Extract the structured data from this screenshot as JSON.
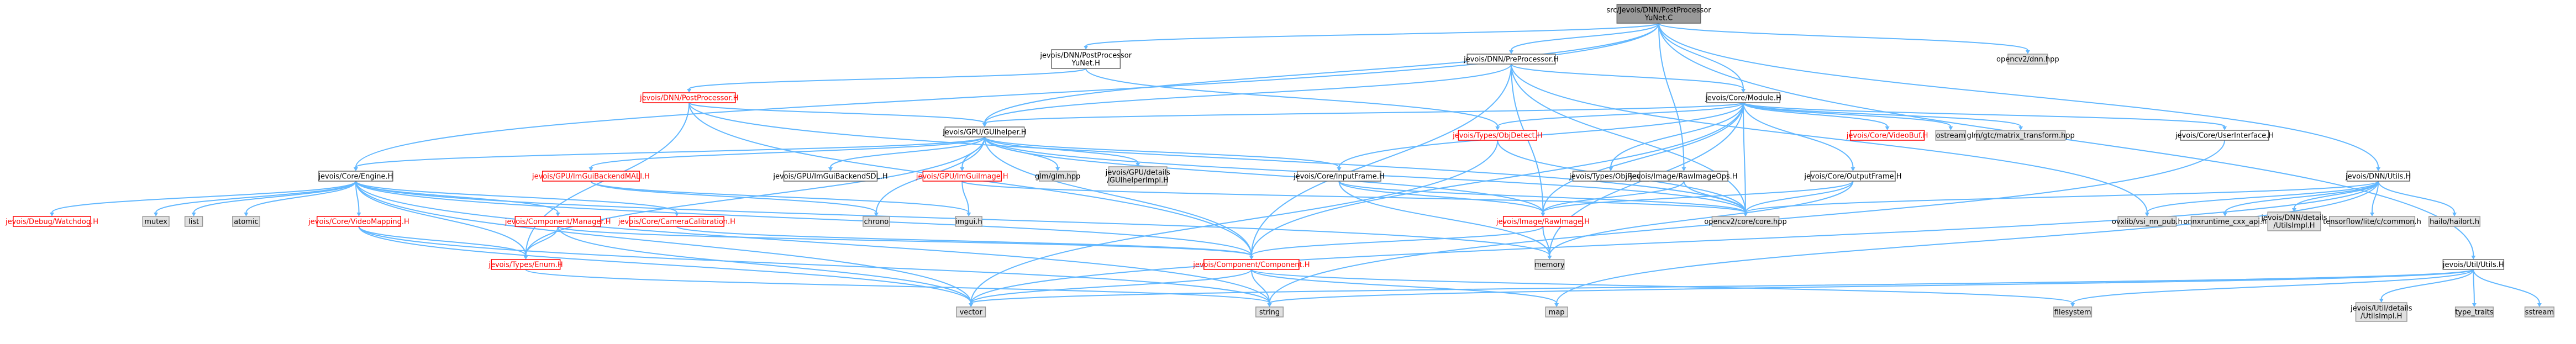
{
  "graph": {
    "nodes": [
      {
        "id": "root",
        "lines": [
          "src/Jevois/DNN/PostProcessor",
          "YuNet.C"
        ],
        "style": "root"
      },
      {
        "id": "ppyunet_h",
        "lines": [
          "jevois/DNN/PostProcessor",
          "YuNet.H"
        ],
        "style": "plain"
      },
      {
        "id": "preproc_h",
        "lines": [
          "jevois/DNN/PreProcessor.H"
        ],
        "style": "plain"
      },
      {
        "id": "opencv_dnn",
        "lines": [
          "opencv2/dnn.hpp"
        ],
        "style": "sys"
      },
      {
        "id": "postproc_h",
        "lines": [
          "jevois/DNN/PostProcessor.H"
        ],
        "style": "red"
      },
      {
        "id": "module_h",
        "lines": [
          "jevois/Core/Module.H"
        ],
        "style": "plain"
      },
      {
        "id": "guihelper_h",
        "lines": [
          "jevois/GPU/GUIhelper.H"
        ],
        "style": "plain"
      },
      {
        "id": "objdetect_h",
        "lines": [
          "jevois/Types/ObjDetect.H"
        ],
        "style": "red"
      },
      {
        "id": "videobuf_h",
        "lines": [
          "jevois/Core/VideoBuf.H"
        ],
        "style": "red"
      },
      {
        "id": "ostream",
        "lines": [
          "ostream"
        ],
        "style": "sys"
      },
      {
        "id": "glm_mt",
        "lines": [
          "glm/gtc/matrix_transform.hpp"
        ],
        "style": "sys"
      },
      {
        "id": "userif_h",
        "lines": [
          "jevois/Core/UserInterface.H"
        ],
        "style": "plain"
      },
      {
        "id": "engine_h",
        "lines": [
          "jevois/Core/Engine.H"
        ],
        "style": "plain"
      },
      {
        "id": "imguibackendmali_h",
        "lines": [
          "jevois/GPU/ImGuiBackendMALI.H"
        ],
        "style": "red"
      },
      {
        "id": "imguibackendsdl_h",
        "lines": [
          "jevois/GPU/ImGuiBackendSDL.H"
        ],
        "style": "plain"
      },
      {
        "id": "imguiimage_h",
        "lines": [
          "jevois/GPU/ImGuiImage.H"
        ],
        "style": "red"
      },
      {
        "id": "glm_hpp",
        "lines": [
          "glm/glm.hpp"
        ],
        "style": "sys"
      },
      {
        "id": "guihelperimpl_h",
        "lines": [
          "jevois/GPU/details",
          "/GUIhelperImpl.H"
        ],
        "style": "sys"
      },
      {
        "id": "inputframe_h",
        "lines": [
          "jevois/Core/InputFrame.H"
        ],
        "style": "plain"
      },
      {
        "id": "objreco_h",
        "lines": [
          "jevois/Types/ObjReco.H"
        ],
        "style": "plain"
      },
      {
        "id": "rawimageops_h",
        "lines": [
          "jevois/Image/RawImageOps.H"
        ],
        "style": "plain"
      },
      {
        "id": "outputframe_h",
        "lines": [
          "jevois/Core/OutputFrame.H"
        ],
        "style": "plain"
      },
      {
        "id": "dnnutils_h",
        "lines": [
          "jevois/DNN/Utils.H"
        ],
        "style": "plain"
      },
      {
        "id": "watchdog_h",
        "lines": [
          "jevois/Debug/Watchdog.H"
        ],
        "style": "red"
      },
      {
        "id": "mutex",
        "lines": [
          "mutex"
        ],
        "style": "sys"
      },
      {
        "id": "list",
        "lines": [
          "list"
        ],
        "style": "sys"
      },
      {
        "id": "atomic",
        "lines": [
          "atomic"
        ],
        "style": "sys"
      },
      {
        "id": "videomapping_h",
        "lines": [
          "jevois/Core/VideoMapping.H"
        ],
        "style": "red"
      },
      {
        "id": "compmanager_h",
        "lines": [
          "jevois/Component/Manager.H"
        ],
        "style": "red"
      },
      {
        "id": "cameracalib_h",
        "lines": [
          "jevois/Core/CameraCalibration.H"
        ],
        "style": "red"
      },
      {
        "id": "chrono",
        "lines": [
          "chrono"
        ],
        "style": "sys"
      },
      {
        "id": "imgui_h",
        "lines": [
          "imgui.h"
        ],
        "style": "sys"
      },
      {
        "id": "rawimage_h",
        "lines": [
          "jevois/Image/RawImage.H"
        ],
        "style": "red"
      },
      {
        "id": "opencv_core",
        "lines": [
          "opencv2/core/core.hpp"
        ],
        "style": "sys"
      },
      {
        "id": "ovxlib",
        "lines": [
          "ovxlib/vsi_nn_pub.h"
        ],
        "style": "sys"
      },
      {
        "id": "onnxruntime",
        "lines": [
          "onnxruntime_cxx_api.h"
        ],
        "style": "sys"
      },
      {
        "id": "dnn_utilsimpl",
        "lines": [
          "jevois/DNN/details",
          "/UtilsImpl.H"
        ],
        "style": "sys"
      },
      {
        "id": "tflite_common",
        "lines": [
          "tensorflow/lite/c/common.h"
        ],
        "style": "sys"
      },
      {
        "id": "hailort",
        "lines": [
          "hailo/hailort.h"
        ],
        "style": "sys"
      },
      {
        "id": "memory",
        "lines": [
          "memory"
        ],
        "style": "sys"
      },
      {
        "id": "enum_h",
        "lines": [
          "jevois/Types/Enum.H"
        ],
        "style": "red"
      },
      {
        "id": "component_h",
        "lines": [
          "jevois/Component/Component.H"
        ],
        "style": "red"
      },
      {
        "id": "utilutils_h",
        "lines": [
          "jevois/Util/Utils.H"
        ],
        "style": "plain"
      },
      {
        "id": "vector",
        "lines": [
          "vector"
        ],
        "style": "sys"
      },
      {
        "id": "string",
        "lines": [
          "string"
        ],
        "style": "sys"
      },
      {
        "id": "map",
        "lines": [
          "map"
        ],
        "style": "sys"
      },
      {
        "id": "filesystem",
        "lines": [
          "filesystem"
        ],
        "style": "sys"
      },
      {
        "id": "util_utilsimpl",
        "lines": [
          "jevois/Util/details",
          "/UtilsImpl.H"
        ],
        "style": "sys"
      },
      {
        "id": "type_traits",
        "lines": [
          "type_traits"
        ],
        "style": "sys"
      },
      {
        "id": "sstream",
        "lines": [
          "sstream"
        ],
        "style": "sys"
      }
    ],
    "edges": [
      [
        "root",
        "ppyunet_h"
      ],
      [
        "root",
        "preproc_h"
      ],
      [
        "root",
        "opencv_dnn"
      ],
      [
        "root",
        "module_h"
      ],
      [
        "root",
        "guihelper_h"
      ],
      [
        "root",
        "engine_h"
      ],
      [
        "root",
        "rawimageops_h"
      ],
      [
        "root",
        "dnnutils_h"
      ],
      [
        "root",
        "utilutils_h"
      ],
      [
        "ppyunet_h",
        "postproc_h"
      ],
      [
        "ppyunet_h",
        "objdetect_h"
      ],
      [
        "postproc_h",
        "guihelper_h"
      ],
      [
        "postproc_h",
        "component_h"
      ],
      [
        "postproc_h",
        "enum_h"
      ],
      [
        "postproc_h",
        "opencv_core"
      ],
      [
        "preproc_h",
        "module_h"
      ],
      [
        "preproc_h",
        "guihelper_h"
      ],
      [
        "preproc_h",
        "component_h"
      ],
      [
        "preproc_h",
        "rawimage_h"
      ],
      [
        "preproc_h",
        "opencv_core"
      ],
      [
        "preproc_h",
        "ovxlib"
      ],
      [
        "module_h",
        "guihelper_h"
      ],
      [
        "module_h",
        "objdetect_h"
      ],
      [
        "module_h",
        "videobuf_h"
      ],
      [
        "module_h",
        "ostream"
      ],
      [
        "module_h",
        "glm_mt"
      ],
      [
        "module_h",
        "userif_h"
      ],
      [
        "module_h",
        "inputframe_h"
      ],
      [
        "module_h",
        "objreco_h"
      ],
      [
        "module_h",
        "outputframe_h"
      ],
      [
        "module_h",
        "rawimage_h"
      ],
      [
        "module_h",
        "component_h"
      ],
      [
        "module_h",
        "memory"
      ],
      [
        "module_h",
        "opencv_core"
      ],
      [
        "guihelper_h",
        "engine_h"
      ],
      [
        "guihelper_h",
        "imguibackendmali_h"
      ],
      [
        "guihelper_h",
        "imguibackendsdl_h"
      ],
      [
        "guihelper_h",
        "imguiimage_h"
      ],
      [
        "guihelper_h",
        "glm_hpp"
      ],
      [
        "guihelper_h",
        "guihelperimpl_h"
      ],
      [
        "guihelper_h",
        "inputframe_h"
      ],
      [
        "guihelper_h",
        "component_h"
      ],
      [
        "guihelper_h",
        "opencv_core"
      ],
      [
        "guihelper_h",
        "chrono"
      ],
      [
        "guihelper_h",
        "enum_h"
      ],
      [
        "guihelper_h",
        "rawimage_h"
      ],
      [
        "engine_h",
        "watchdog_h"
      ],
      [
        "engine_h",
        "mutex"
      ],
      [
        "engine_h",
        "list"
      ],
      [
        "engine_h",
        "atomic"
      ],
      [
        "engine_h",
        "videomapping_h"
      ],
      [
        "engine_h",
        "compmanager_h"
      ],
      [
        "engine_h",
        "cameracalib_h"
      ],
      [
        "engine_h",
        "component_h"
      ],
      [
        "engine_h",
        "enum_h"
      ],
      [
        "engine_h",
        "memory"
      ],
      [
        "engine_h",
        "vector"
      ],
      [
        "engine_h",
        "string"
      ],
      [
        "imguibackendmali_h",
        "imgui_h"
      ],
      [
        "imguibackendmali_h",
        "chrono"
      ],
      [
        "imguiimage_h",
        "imgui_h"
      ],
      [
        "imguiimage_h",
        "opencv_core"
      ],
      [
        "inputframe_h",
        "rawimage_h"
      ],
      [
        "inputframe_h",
        "opencv_core"
      ],
      [
        "inputframe_h",
        "memory"
      ],
      [
        "objdetect_h",
        "vector"
      ],
      [
        "objdetect_h",
        "opencv_core"
      ],
      [
        "rawimageops_h",
        "rawimage_h"
      ],
      [
        "rawimageops_h",
        "opencv_core"
      ],
      [
        "outputframe_h",
        "rawimage_h"
      ],
      [
        "outputframe_h",
        "opencv_core"
      ],
      [
        "outputframe_h",
        "memory"
      ],
      [
        "userif_h",
        "string"
      ],
      [
        "dnnutils_h",
        "ovxlib"
      ],
      [
        "dnnutils_h",
        "onnxruntime"
      ],
      [
        "dnnutils_h",
        "dnn_utilsimpl"
      ],
      [
        "dnnutils_h",
        "tflite_common"
      ],
      [
        "dnnutils_h",
        "hailort"
      ],
      [
        "dnnutils_h",
        "opencv_core"
      ],
      [
        "dnnutils_h",
        "vector"
      ],
      [
        "dnnutils_h",
        "map"
      ],
      [
        "videomapping_h",
        "enum_h"
      ],
      [
        "videomapping_h",
        "vector"
      ],
      [
        "videomapping_h",
        "string"
      ],
      [
        "compmanager_h",
        "component_h"
      ],
      [
        "compmanager_h",
        "vector"
      ],
      [
        "compmanager_h",
        "enum_h"
      ],
      [
        "cameracalib_h",
        "component_h"
      ],
      [
        "rawimage_h",
        "memory"
      ],
      [
        "rawimage_h",
        "component_h"
      ],
      [
        "component_h",
        "vector"
      ],
      [
        "component_h",
        "string"
      ],
      [
        "component_h",
        "map"
      ],
      [
        "component_h",
        "filesystem"
      ],
      [
        "enum_h",
        "string"
      ],
      [
        "utilutils_h",
        "util_utilsimpl"
      ],
      [
        "utilutils_h",
        "type_traits"
      ],
      [
        "utilutils_h",
        "sstream"
      ],
      [
        "utilutils_h",
        "string"
      ],
      [
        "utilutils_h",
        "vector"
      ],
      [
        "utilutils_h",
        "filesystem"
      ]
    ]
  }
}
